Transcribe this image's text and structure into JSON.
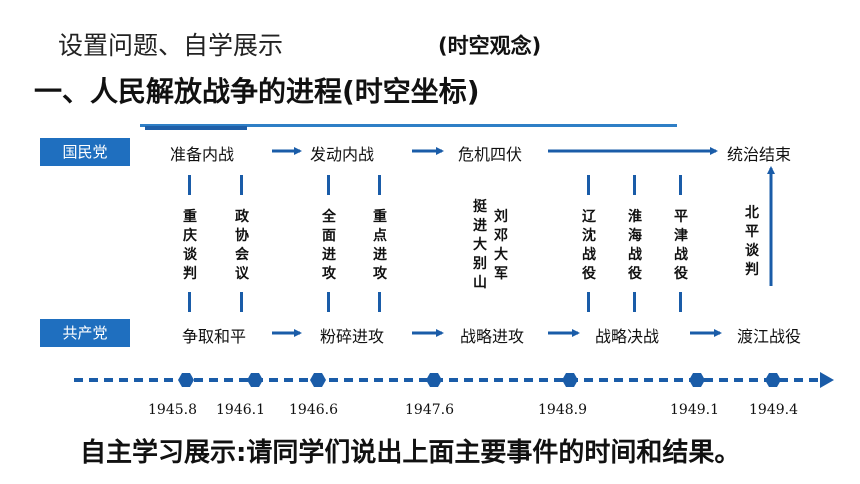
{
  "title": "设置问题、自学展示",
  "subtitle": "(时空观念)",
  "heading": "一、人民解放战争的进程(时空坐标)",
  "kmt_label": "国民党",
  "ccp_label": "共产党",
  "kmt_events": [
    "准备内战",
    "发动内战",
    "危机四伏",
    "统治结束"
  ],
  "ccp_events": [
    "争取和平",
    "粉碎进攻",
    "战略进攻",
    "战略决战",
    "渡江战役"
  ],
  "middle_events": [
    {
      "text": "重庆谈判"
    },
    {
      "text": "政协会议"
    },
    {
      "text": "全面进攻"
    },
    {
      "text": "重点进攻"
    },
    {
      "text": "挺进大别山"
    },
    {
      "text": "刘邓大军"
    },
    {
      "text": "辽沈战役"
    },
    {
      "text": "淮海战役"
    },
    {
      "text": "平津战役"
    },
    {
      "text": "北平谈判"
    }
  ],
  "dates": [
    "1945.8",
    "1946.1",
    "1946.6",
    "1947.6",
    "1948.9",
    "1949.1",
    "1949.4"
  ],
  "bottom_prompt": "自主学习展示:请同学们说出上面主要事件的时间和结果。",
  "colors": {
    "accent": "#1f6fbf",
    "arrow": "#1a5ca8"
  }
}
